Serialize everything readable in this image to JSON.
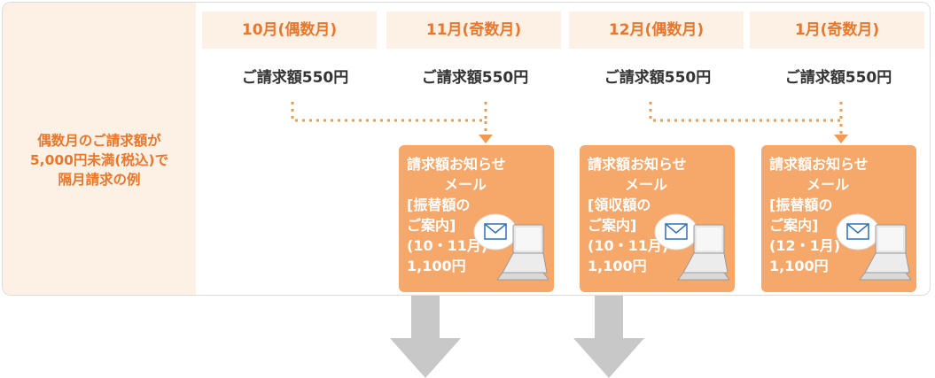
{
  "left_label": {
    "line1": "偶数月のご請求額が",
    "line2": "5,000円未満(税込)で",
    "line3": "隔月請求の例"
  },
  "months": [
    {
      "label": "10月(偶数月)",
      "amount": "ご請求額550円"
    },
    {
      "label": "11月(奇数月)",
      "amount": "ご請求額550円"
    },
    {
      "label": "12月(偶数月)",
      "amount": "ご請求額550円"
    },
    {
      "label": "1月(奇数月)",
      "amount": "ご請求額550円"
    }
  ],
  "notices": [
    {
      "title1": "請求額お知らせ",
      "title2": "メール",
      "kind": "[振替額の",
      "kind2": "ご案内]",
      "period": "(10・11月)",
      "total": "1,100円"
    },
    {
      "title1": "請求額お知らせ",
      "title2": "メール",
      "kind": "[領収額の",
      "kind2": "ご案内]",
      "period": "(10・11月)",
      "total": "1,100円"
    },
    {
      "title1": "請求額お知らせ",
      "title2": "メール",
      "kind": "[振替額の",
      "kind2": "ご案内]",
      "period": "(12・1月)",
      "total": "1,100円"
    }
  ],
  "colors": {
    "accent": "#e8772b",
    "panel_bg": "#fdf1e6",
    "notice_bg": "#f5a86a",
    "arrow": "#c8c8c8"
  }
}
